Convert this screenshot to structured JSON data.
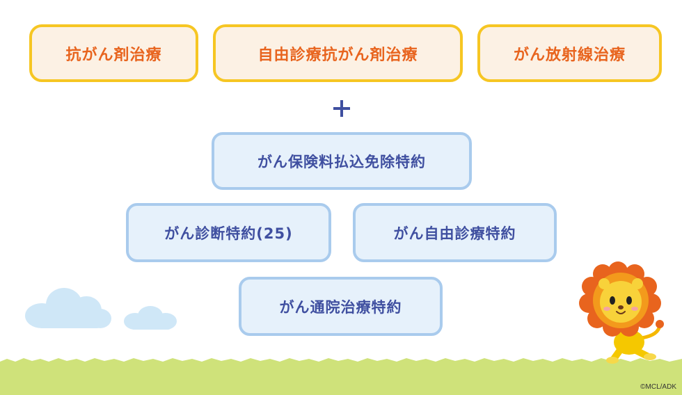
{
  "treatments": [
    {
      "label": "抗がん剤治療"
    },
    {
      "label": "自由診療抗がん剤治療"
    },
    {
      "label": "がん放射線治療"
    }
  ],
  "plus_icon": "plus-icon",
  "riders": {
    "waiver": "がん保険料払込免除特約",
    "diagnosis": "がん診断特約(25)",
    "free_treatment": "がん自由診療特約",
    "outpatient": "がん通院治療特約"
  },
  "colors": {
    "orange_text": "#e8641e",
    "orange_border": "#f6c623",
    "blue_text": "#3f4fa0",
    "blue_border": "#a9cbed",
    "grass": "#cfe27a"
  },
  "copyright": "©MCL/ADK"
}
